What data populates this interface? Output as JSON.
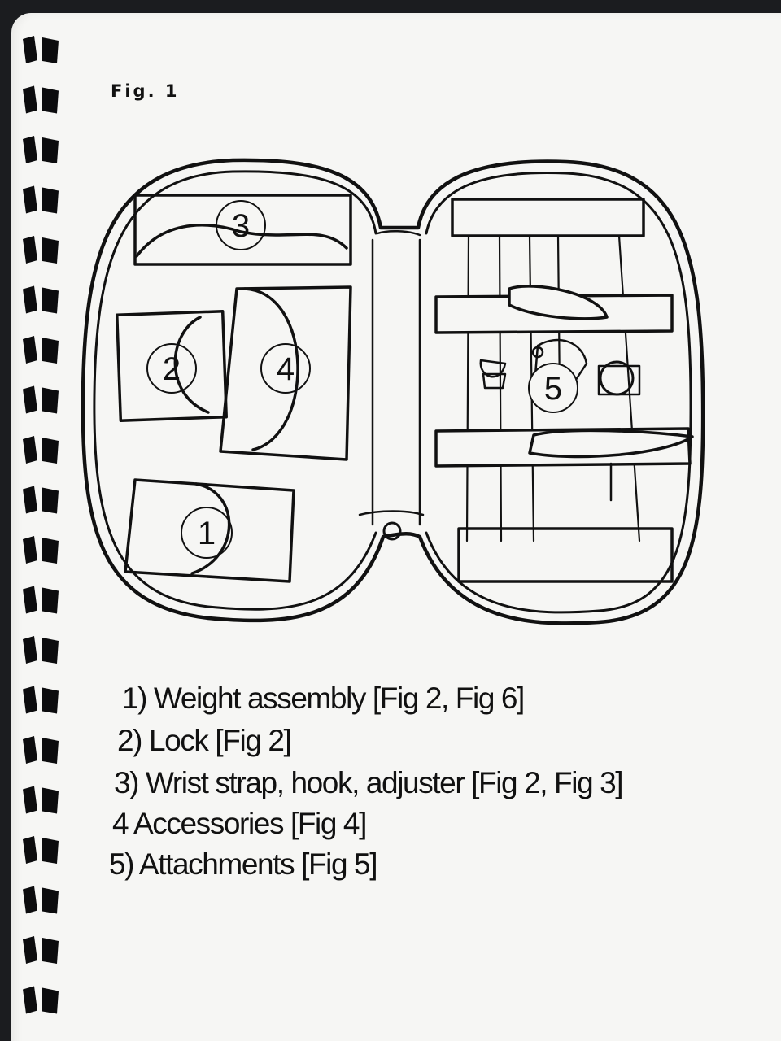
{
  "figure": {
    "label": "Fig. 1",
    "compartment_markers": [
      "1",
      "2",
      "3",
      "4",
      "5"
    ]
  },
  "legend": [
    "1) Weight assembly [Fig 2, Fig 6]",
    "2) Lock [Fig 2]",
    "3) Wrist strap, hook, adjuster [Fig 2, Fig 3]",
    "4 Accessories [Fig 4]",
    "5) Attachments [Fig 5]"
  ]
}
